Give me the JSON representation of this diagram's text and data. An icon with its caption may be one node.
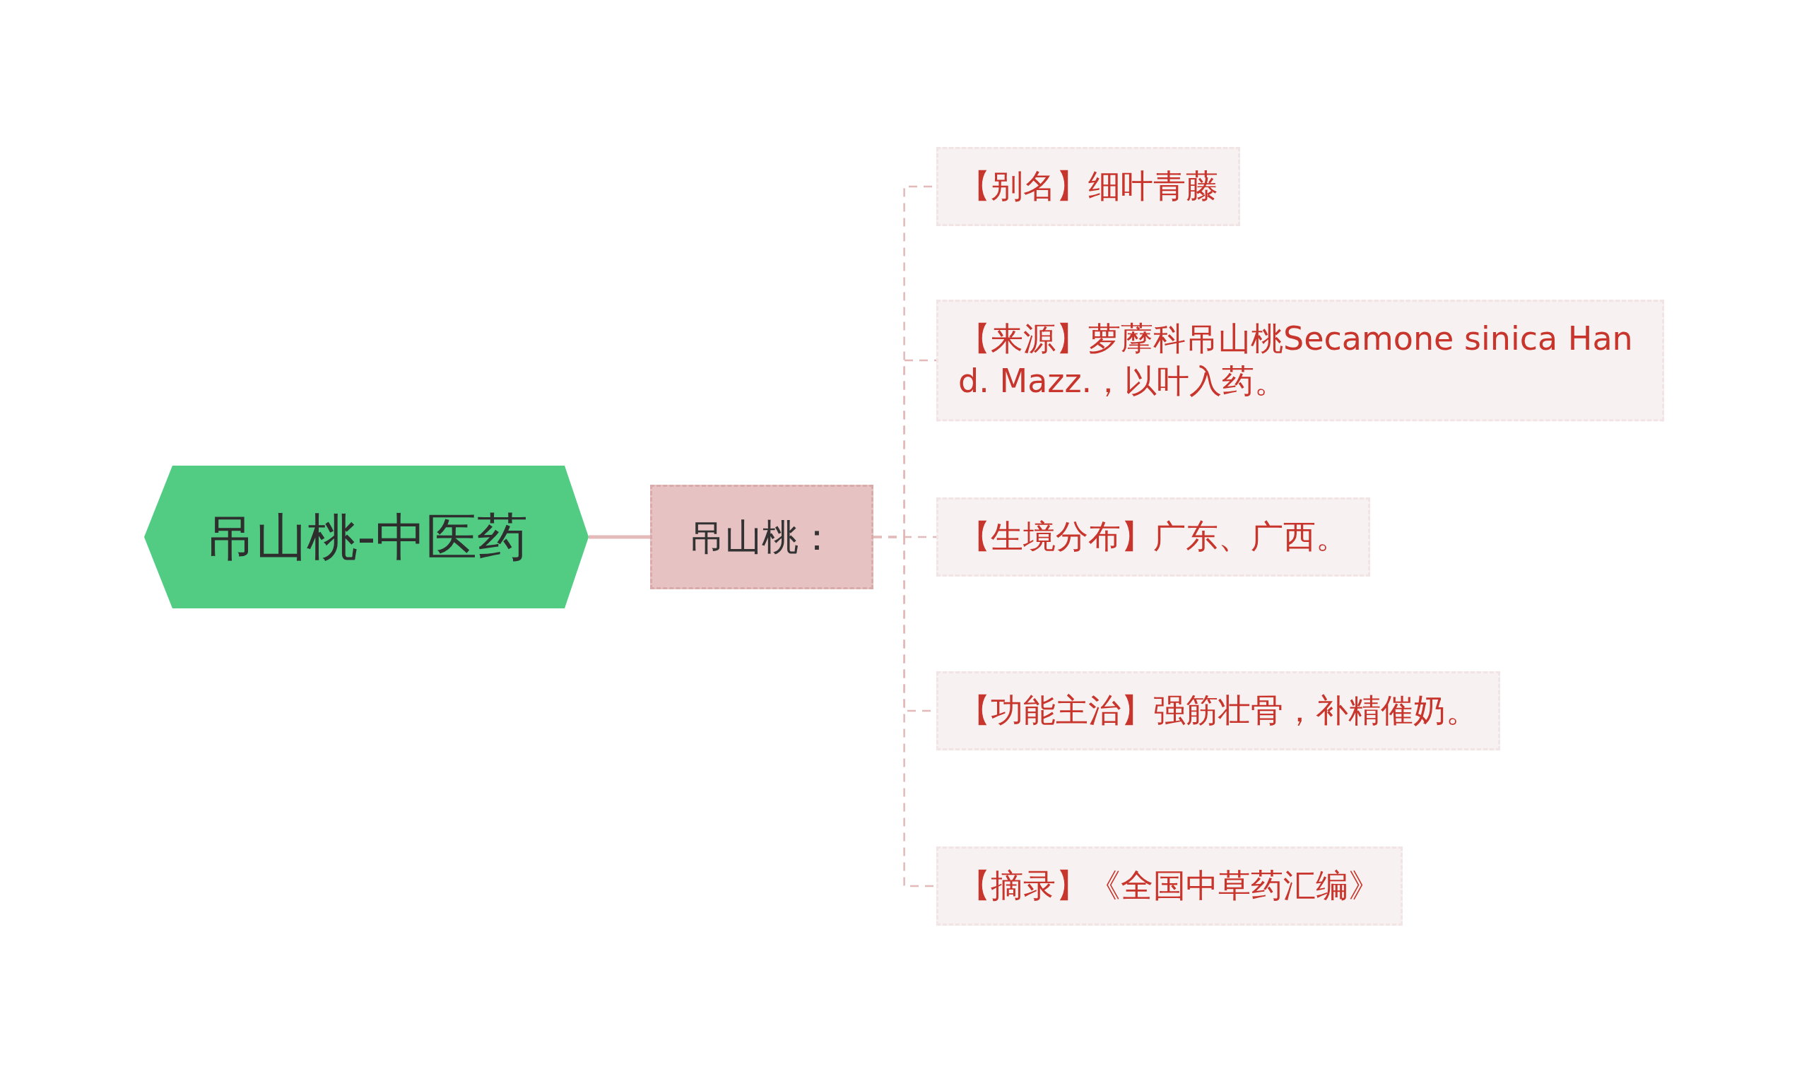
{
  "diagram": {
    "nodes": [
      {
        "text": [
          "吊山桃-中医药"
        ]
      },
      {
        "text": [
          "吊山桃："
        ]
      },
      {
        "text": [
          "【别名】细叶青藤"
        ]
      },
      {
        "text": [
          "【来源】萝藦科吊山桃Secamone sinica Hand. Mazz.，以叶入药。"
        ]
      },
      {
        "text": [
          "【生境分布】广东、广西。"
        ]
      },
      {
        "text": [
          "【功能主治】强筋壮骨，补精催奶。"
        ]
      },
      {
        "text": [
          "【摘录】《全国中草药汇编》"
        ]
      }
    ],
    "edges": [
      {
        "from": 0,
        "to": 1,
        "arrow": "none"
      },
      {
        "from": 1,
        "to": 2,
        "arrow": "none",
        "style": "dashed"
      },
      {
        "from": 1,
        "to": 3,
        "arrow": "none",
        "style": "dashed"
      },
      {
        "from": 1,
        "to": 4,
        "arrow": "none",
        "style": "dashed"
      },
      {
        "from": 1,
        "to": 5,
        "arrow": "none",
        "style": "dashed"
      },
      {
        "from": 1,
        "to": 6,
        "arrow": "none",
        "style": "dashed"
      }
    ]
  }
}
